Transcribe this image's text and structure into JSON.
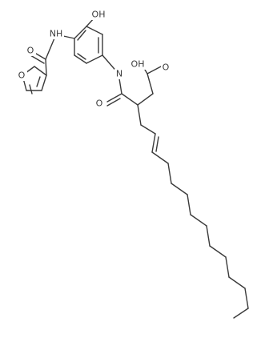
{
  "atoms": {
    "furan_O": "O",
    "amide1_O": "O",
    "amide1_NH": "NH",
    "phenol_OH": "OH",
    "aniline_N": "N",
    "amide2_O": "O",
    "acid_OH": "OH",
    "acid_O": "O"
  }
}
